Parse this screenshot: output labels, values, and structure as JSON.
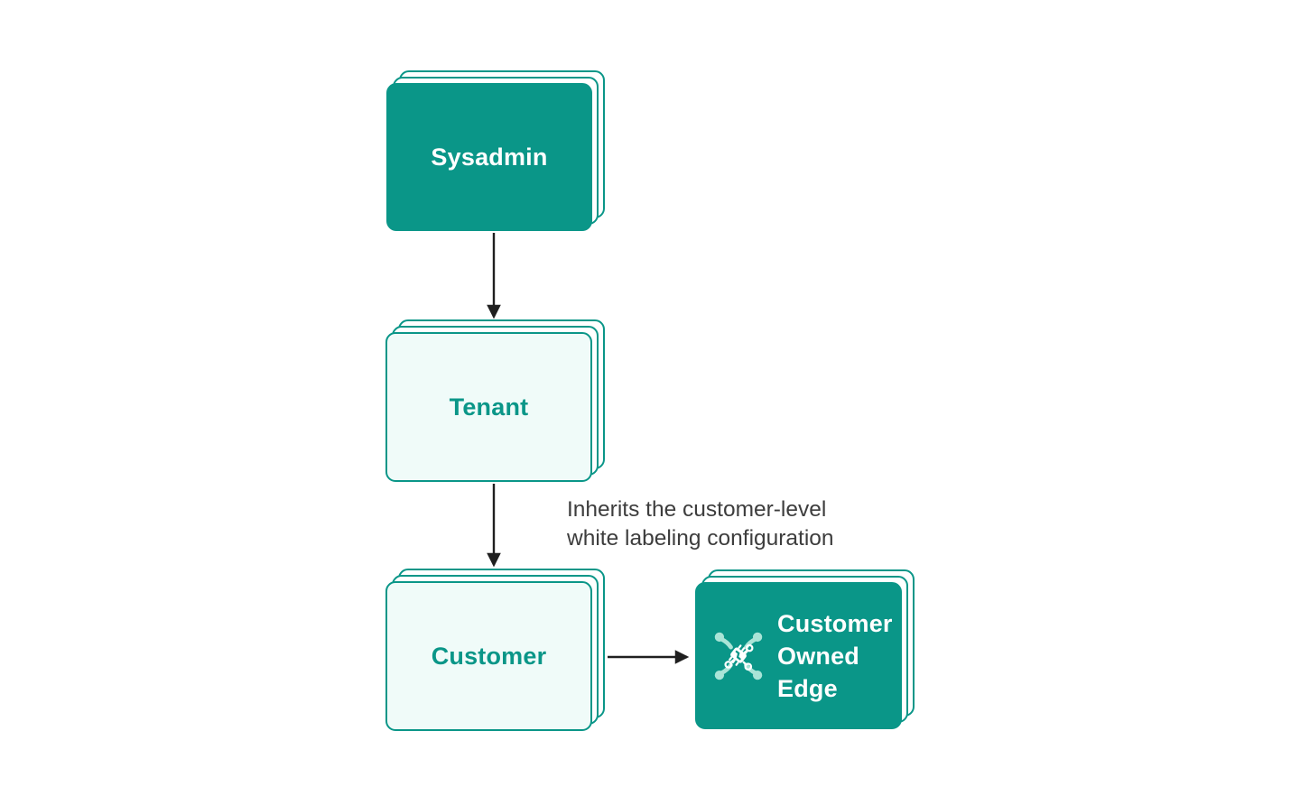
{
  "colors": {
    "teal": "#0a9688",
    "teal-fill-light": "#f0fbf9",
    "mint": "#a9e4d7",
    "arrow": "#1f1f1f",
    "text-dark": "#3d3d3d",
    "white": "#ffffff"
  },
  "diagram": {
    "nodes": {
      "sysadmin": {
        "label": "Sysadmin",
        "variant": "solid-teal",
        "stacked": true
      },
      "tenant": {
        "label": "Tenant",
        "variant": "outline-light",
        "stacked": true
      },
      "customer": {
        "label": "Customer",
        "variant": "outline-light",
        "stacked": true
      },
      "edge": {
        "label": "Customer Owned Edge",
        "variant": "solid-teal",
        "stacked": true,
        "icon": "edge-chip-network-icon"
      }
    },
    "edges": [
      {
        "from": "sysadmin",
        "to": "tenant"
      },
      {
        "from": "tenant",
        "to": "customer"
      },
      {
        "from": "customer",
        "to": "edge"
      }
    ],
    "annotation": {
      "line1": "Inherits the customer-level",
      "line2": "white labeling configuration"
    }
  }
}
